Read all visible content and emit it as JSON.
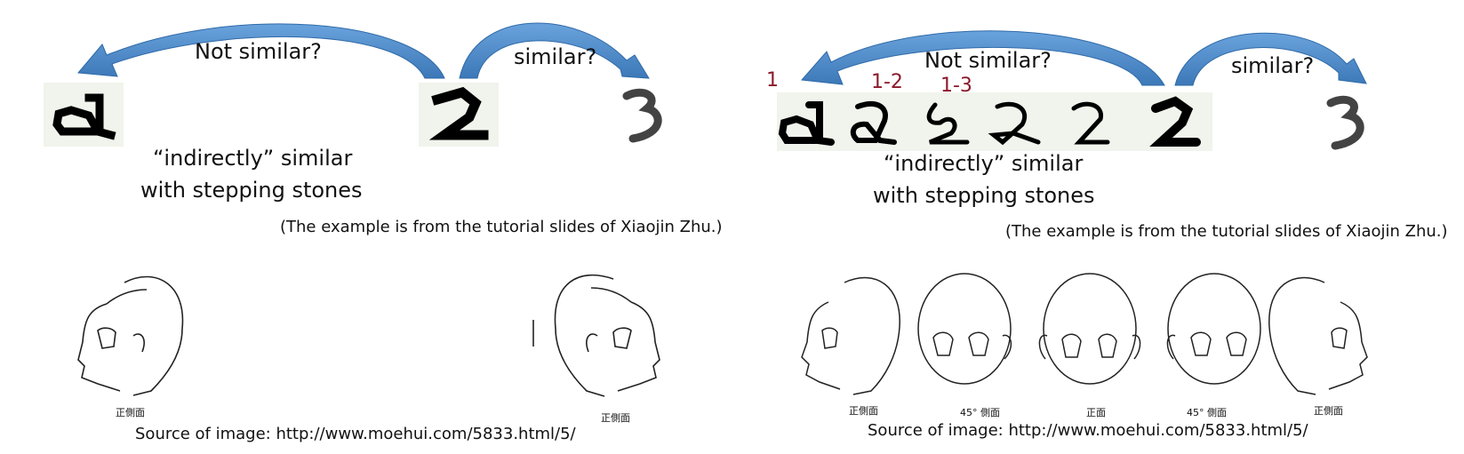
{
  "left_panel": {
    "not_similar_label": "Not similar?",
    "similar_label": "similar?",
    "indirect_line1": "“indirectly” similar",
    "indirect_line2": "with stepping stones",
    "credit": "(The example is from the tutorial slides of Xiaojin Zhu.)"
  },
  "right_panel": {
    "not_similar_label": "Not similar?",
    "similar_label": "similar?",
    "step_labels": [
      "1",
      "1-2",
      "1-3"
    ],
    "indirect_line1": "“indirectly” similar",
    "indirect_line2": "with stepping stones",
    "credit": "(The example is from the tutorial slides of Xiaojin Zhu.)"
  },
  "bottom_left": {
    "captions": [
      "正側面",
      "正側面"
    ],
    "source": "Source of image: http://www.moehui.com/5833.html/5/"
  },
  "bottom_right": {
    "captions": [
      "正側面",
      "45° 側面",
      "正面",
      "45° 側面",
      "正側面"
    ],
    "source": "Source of image: http://www.moehui.com/5833.html/5/"
  },
  "colors": {
    "arrow_blue": "#4a86c6",
    "step_label_red": "#8b1a2a"
  }
}
